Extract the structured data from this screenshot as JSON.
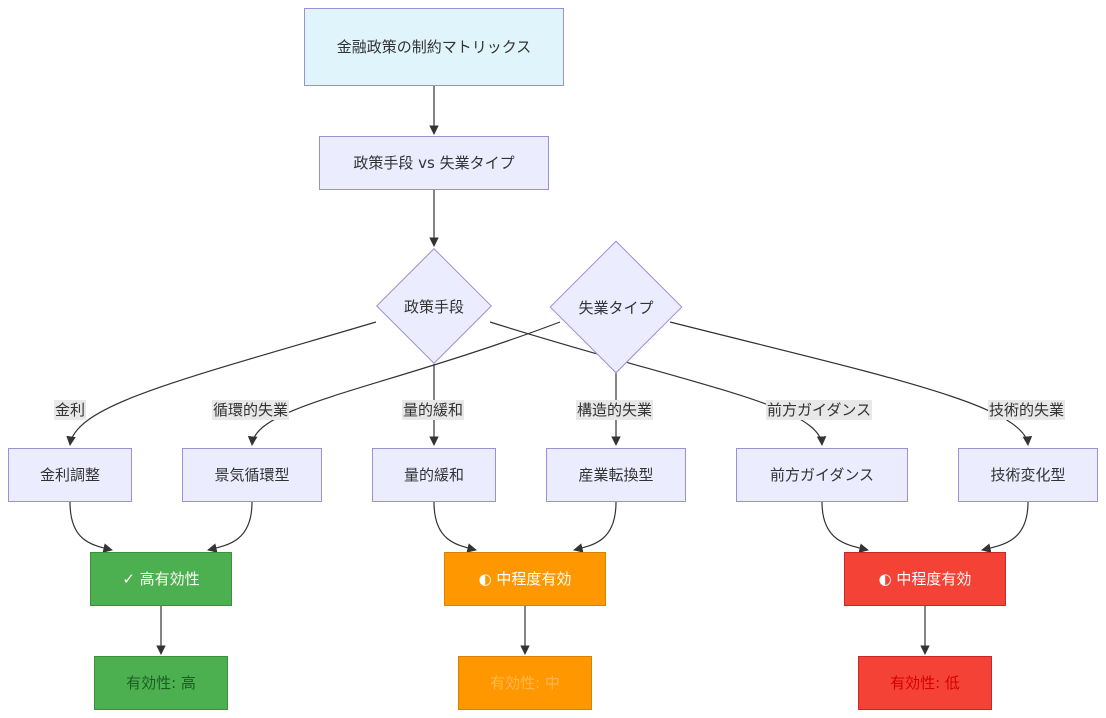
{
  "nodes": {
    "title": "金融政策の制約マトリックス",
    "subtitle": "政策手段 vs 失業タイプ",
    "decision_policy": "政策手段",
    "decision_unemployment": "失業タイプ",
    "interest_adjust": "金利調整",
    "cyclical_type": "景気循環型",
    "qe": "量的緩和",
    "industrial_shift": "産業転換型",
    "forward_guidance": "前方ガイダンス",
    "tech_change": "技術変化型",
    "high_effect": "✓ 高有効性",
    "mid_effect_orange": "◐ 中程度有効",
    "mid_effect_red": "◐ 中程度有効",
    "effect_high": "有効性: 高",
    "effect_mid": "有効性: 中",
    "effect_low": "有効性: 低"
  },
  "edge_labels": {
    "interest": "金利",
    "cyclical": "循環的失業",
    "qe": "量的緩和",
    "structural": "構造的失業",
    "forward": "前方ガイダンス",
    "technological": "技術的失業"
  },
  "colors": {
    "node_fill": "#ececff",
    "node_border": "#9c8fd6",
    "title_fill": "#e0f4fc",
    "high": "#4caf50",
    "mid": "#ff9800",
    "low": "#f44336",
    "edge": "#333333"
  }
}
